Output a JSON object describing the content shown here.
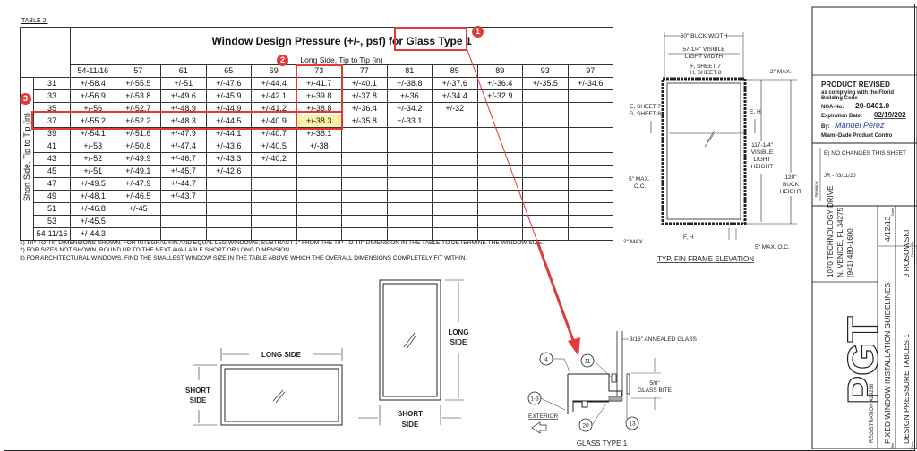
{
  "table": {
    "label": "TABLE 2:",
    "title_prefix": "Window Design Pressure (+/-, psf) for ",
    "title_glass": "Glass Type 1",
    "long_side_label": "Long Side, Tip to Tip (in)",
    "short_side_label": "Short Side, Tip to Tip (in)",
    "columns": [
      "54-11/16",
      "57",
      "61",
      "65",
      "69",
      "73",
      "77",
      "81",
      "85",
      "89",
      "93",
      "97"
    ],
    "rows": [
      {
        "short": "31",
        "values": [
          "+/-58.4",
          "+/-55.5",
          "+/-51",
          "+/-47.6",
          "+/-44.4",
          "+/-41.7",
          "+/-40.1",
          "+/-38.8",
          "+/-37.6",
          "+/-36.4",
          "+/-35.5",
          "+/-34.6"
        ]
      },
      {
        "short": "33",
        "values": [
          "+/-56.9",
          "+/-53.8",
          "+/-49.6",
          "+/-45.9",
          "+/-42.1",
          "+/-39.8",
          "+/-37.8",
          "+/-36",
          "+/-34.4",
          "+/-32.9",
          "",
          ""
        ]
      },
      {
        "short": "35",
        "values": [
          "+/-56",
          "+/-52.7",
          "+/-48.9",
          "+/-44.9",
          "+/-41.2",
          "+/-38.8",
          "+/-36.4",
          "+/-34.2",
          "+/-32",
          "",
          "",
          ""
        ]
      },
      {
        "short": "37",
        "values": [
          "+/-55.2",
          "+/-52.2",
          "+/-48.3",
          "+/-44.5",
          "+/-40.9",
          "+/-38.3",
          "+/-35.8",
          "+/-33.1",
          "",
          "",
          "",
          ""
        ]
      },
      {
        "short": "39",
        "values": [
          "+/-54.1",
          "+/-51.6",
          "+/-47.9",
          "+/-44.1",
          "+/-40.7",
          "+/-38.1",
          "",
          "",
          "",
          "",
          "",
          ""
        ]
      },
      {
        "short": "41",
        "values": [
          "+/-53",
          "+/-50.8",
          "+/-47.4",
          "+/-43.6",
          "+/-40.5",
          "+/-38",
          "",
          "",
          "",
          "",
          "",
          ""
        ]
      },
      {
        "short": "43",
        "values": [
          "+/-52",
          "+/-49.9",
          "+/-46.7",
          "+/-43.3",
          "+/-40.2",
          "",
          "",
          "",
          "",
          "",
          "",
          ""
        ]
      },
      {
        "short": "45",
        "values": [
          "+/-51",
          "+/-49.1",
          "+/-45.7",
          "+/-42.6",
          "",
          "",
          "",
          "",
          "",
          "",
          "",
          ""
        ]
      },
      {
        "short": "47",
        "values": [
          "+/-49.5",
          "+/-47.9",
          "+/-44.7",
          "",
          "",
          "",
          "",
          "",
          "",
          "",
          "",
          ""
        ]
      },
      {
        "short": "49",
        "values": [
          "+/-48.1",
          "+/-46.5",
          "+/-43.7",
          "",
          "",
          "",
          "",
          "",
          "",
          "",
          "",
          ""
        ]
      },
      {
        "short": "51",
        "values": [
          "+/-46.8",
          "+/-45",
          "",
          "",
          "",
          "",
          "",
          "",
          "",
          "",
          "",
          ""
        ]
      },
      {
        "short": "53",
        "values": [
          "+/-45.5",
          "",
          "",
          "",
          "",
          "",
          "",
          "",
          "",
          "",
          "",
          ""
        ]
      },
      {
        "short": "54-11/16",
        "values": [
          "+/-44.3",
          "",
          "",
          "",
          "",
          "",
          "",
          "",
          "",
          "",
          "",
          ""
        ]
      }
    ],
    "highlighted_cell": {
      "short": "37",
      "long": "73",
      "value": "+/-38.3"
    }
  },
  "notes": [
    "1) TIP-TO-TIP DIMENSIONS SHOWN. FOR INTEGRAL FIN AND EQUAL LEG WINDOWS, SUBTRACT 1\" FROM THE TIP-TO-TIP DIMENSION IN THE TABLE TO DETERMINE THE WINDOW SIZE.",
    "2) FOR SIZES NOT SHOWN, ROUND UP TO THE NEXT AVAILABLE SHORT OR LONG DIMENSION.",
    "3) FOR ARCHITECTURAL WINDOWS, FIND THE SMALLEST WINDOW SIZE IN THE TABLE ABOVE WHICH THE OVERALL DIMENSIONS COMPLETELY FIT WITHIN."
  ],
  "annotations": {
    "badges": [
      "1",
      "2",
      "3"
    ],
    "color": "#e03a3a"
  },
  "elevation": {
    "buck_width": "60\" BUCK WIDTH",
    "visible_width_1": "57-1/4\" VISIBLE",
    "visible_width_2": "LIGHT WIDTH",
    "f_sheet": "F, SHEET 7",
    "h_sheet": "H, SHEET 8",
    "two_max_top": "2\" MAX.",
    "e_sheet": "E, SHEET 7",
    "g_sheet": "G, SHEET 8",
    "eh": "E, H",
    "vis_h_1": "117-1/4\"",
    "vis_h_2": "VISIBLE",
    "vis_h_3": "LIGHT",
    "vis_h_4": "HEIGHT",
    "buck_h_1": "120\"",
    "buck_h_2": "BUCK",
    "buck_h_3": "HEIGHT",
    "five_max_1": "5\" MAX.",
    "five_max_2": "O.C.",
    "two_max_bottom": "2\" MAX.",
    "fh": "F, H",
    "five_max_oc": "5\" MAX. O.C.",
    "title": "TYP. FIN FRAME ELEVATION"
  },
  "window_diagrams": {
    "long_side": "LONG SIDE",
    "short_side_1": "SHORT",
    "short_side_2": "SIDE",
    "long_1": "LONG",
    "long_2": "SIDE"
  },
  "section": {
    "glass": "3/16\" ANNEALED GLASS",
    "bite_1": "5/8\"",
    "bite_2": "GLASS BITE",
    "exterior": "EXTERIOR",
    "callouts": [
      "4",
      "11",
      "1-3",
      "20",
      "13"
    ],
    "title": "GLASS TYPE 1"
  },
  "title_block": {
    "stamp_title": "PRODUCT REVISED",
    "stamp_line1": "as complying with the Florid",
    "stamp_line2": "Building Code",
    "noa_label": "NOA-No.",
    "noa_value": "20-0401.0",
    "exp_label": "Expiration Date:",
    "exp_value": "02/19/202",
    "by_label": "By:",
    "signature": "Manuel Perez",
    "control": "Miami-Dade Product Contro",
    "revision_label": "Revision:",
    "revision_text": "E) NO CHANGES THIS SHEET",
    "revision_by": "JR - 03/11/20",
    "address1": "1070 TECHNOLOGY DRIVE",
    "address2": "N. VENICE, FL 34275",
    "phone": "(941) 480-1600",
    "registration": "REGISTRATION #29296",
    "logo": "PGT",
    "title1": "FIXED WINDOW INSTALLATION GUIDELINES",
    "title2": "DESIGN PRESSURE TABLES 1",
    "date": "4/12/13",
    "drawn_by": "J ROSOWSKI",
    "date_label": "Date",
    "drawn_label": "Drawn By",
    "title_label": "Title",
    "desc_label": "Desc."
  }
}
